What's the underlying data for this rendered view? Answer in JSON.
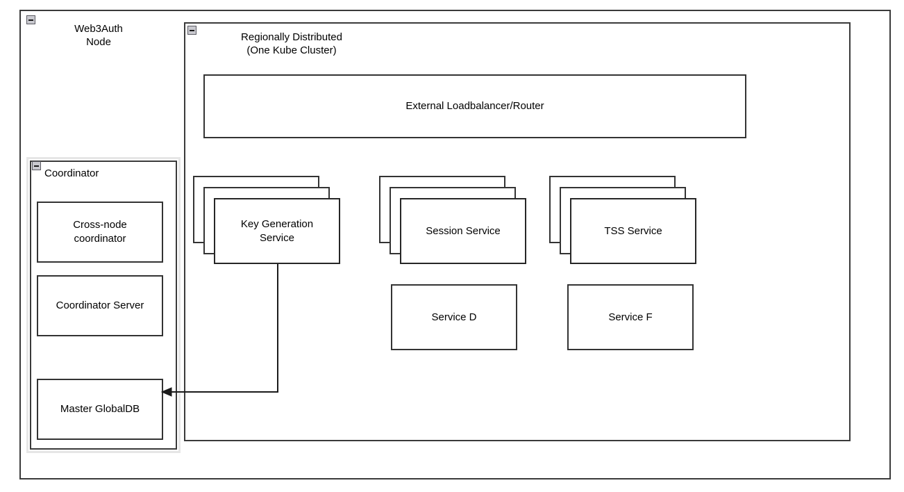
{
  "diagram": {
    "title": "Web3Auth Node architecture",
    "background": "#ffffff",
    "line_color": "#333333",
    "icon_fill": "#c9c9cf"
  },
  "outer_node": {
    "label": "Web3Auth\nNode",
    "collapse_icon": "collapse-minus-icon"
  },
  "region": {
    "label": "Regionally Distributed\n(One Kube Cluster)",
    "collapse_icon": "collapse-minus-icon"
  },
  "loadbalancer": {
    "label": "External Loadbalancer/Router"
  },
  "coordinator": {
    "label": "Coordinator",
    "collapse_icon": "collapse-minus-icon",
    "children": [
      {
        "label": "Cross-node\ncoordinator"
      },
      {
        "label": "Coordinator Server"
      },
      {
        "label": "Master GlobalDB"
      }
    ]
  },
  "services": {
    "stacked": [
      {
        "label": "Key Generation\nService",
        "layers": 3
      },
      {
        "label": "Session Service",
        "layers": 3
      },
      {
        "label": "TSS Service",
        "layers": 3
      }
    ],
    "single": [
      {
        "label": "Service D"
      },
      {
        "label": "Service F"
      }
    ]
  },
  "connector": {
    "from": "Key Generation Service",
    "to": "Master GlobalDB",
    "arrow": "arrow-left"
  }
}
